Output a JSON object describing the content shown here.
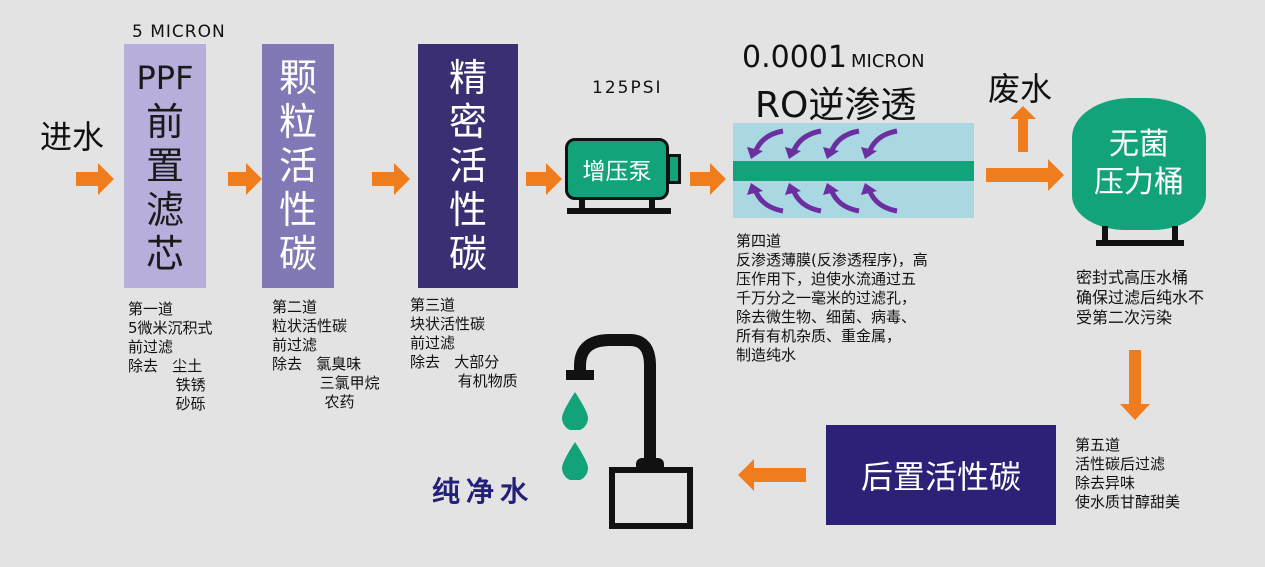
{
  "inlet_label": "进水",
  "stage1": {
    "micron": "5 MICRON",
    "title_lines": [
      "PPF",
      "前",
      "置",
      "滤",
      "芯"
    ],
    "desc": "第一道\n5微米沉积式\n前过滤\n除去   尘土\n          铁锈\n          砂砾"
  },
  "stage2": {
    "title_lines": [
      "颗",
      "粒",
      "活",
      "性",
      "碳"
    ],
    "desc": "第二道\n粒状活性碳\n前过滤\n除去   氯臭味\n          三氯甲烷\n           农药"
  },
  "stage3": {
    "title_lines": [
      "精",
      "密",
      "活",
      "性",
      "碳"
    ],
    "desc": "第三道\n块状活性碳\n前过滤\n除去   大部分\n          有机物质"
  },
  "pump": {
    "pressure": "125PSI",
    "label": "增压泵"
  },
  "ro": {
    "micron_value": "0.0001",
    "micron_unit": "MICRON",
    "title": "RO逆渗透",
    "desc": "第四道\n反渗透薄膜(反渗透程序)，高\n压作用下，迫使水流通过五\n千万分之一毫米的过滤孔，\n除去微生物、细菌、病毒、\n所有有机杂质、重金属，\n制造纯水"
  },
  "waste_label": "废水",
  "tank": {
    "label_lines": [
      "无菌",
      "压力桶"
    ],
    "desc": "密封式高压水桶\n确保过滤后纯水不\n受第二次污染"
  },
  "stage5": {
    "label": "后置活性碳",
    "desc": "第五道\n活性碳后过滤\n除去异味\n使水质甘醇甜美"
  },
  "output_label": "纯净水",
  "colors": {
    "stage1": "#b7aedb",
    "stage2": "#8079b5",
    "stage3": "#3b2f74",
    "stage5": "#2b2277",
    "green": "#13a37a",
    "orange": "#ef7d1e",
    "membrane": "#a9d8e3",
    "flow": "#6b2fa0"
  }
}
